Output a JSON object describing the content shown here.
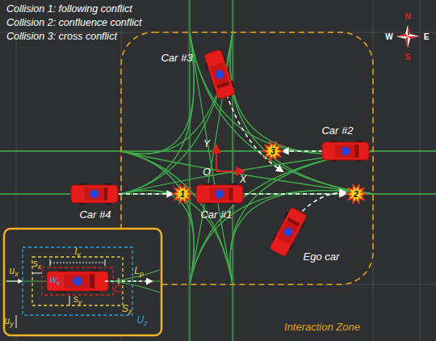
{
  "diagram": {
    "labels": [
      "Collision 1: following conflict",
      "Collision 2: confluence conflict",
      "Collision 3: cross conflict",
      "N",
      "W",
      "E",
      "S",
      "Car #3",
      "Y",
      "3",
      "Car #2",
      "O",
      "X",
      "Car #4",
      "1",
      "Car #1",
      "2",
      "Ego car",
      "lv",
      "ux",
      "wv",
      "sx",
      "Lp",
      "sy",
      "Ci",
      "Sz",
      "uy",
      "Uz",
      "Interaction Zone"
    ]
  }
}
